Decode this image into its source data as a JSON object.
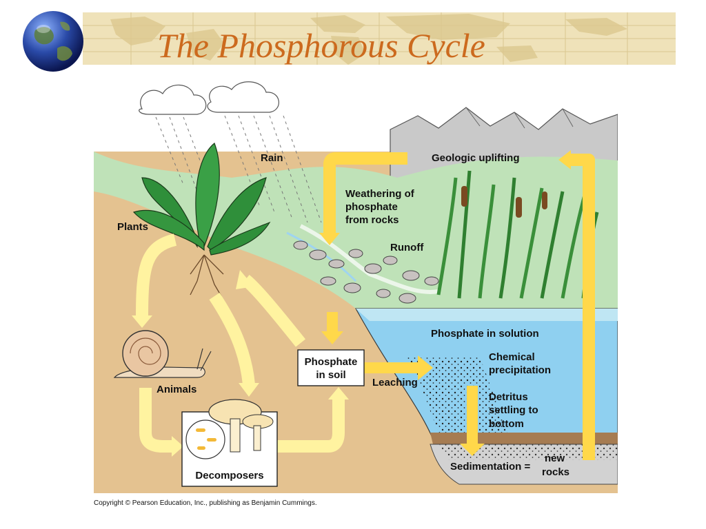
{
  "slide": {
    "title": "The Phosphorous Cycle",
    "copyright": "Copyright © Pearson Education, Inc., publishing as Benjamin Cummings."
  },
  "diagram": {
    "labels": {
      "rain": "Rain",
      "plants": "Plants",
      "geologic_uplifting": "Geologic uplifting",
      "weathering_1": "Weathering of",
      "weathering_2": "phosphate",
      "weathering_3": "from rocks",
      "runoff": "Runoff",
      "phosphate_solution": "Phosphate in solution",
      "chemical_1": "Chemical",
      "chemical_2": "precipitation",
      "detritus_1": "Detritus",
      "detritus_2": "settling to",
      "detritus_3": "bottom",
      "phosphate_soil_1": "Phosphate",
      "phosphate_soil_2": "in soil",
      "leaching": "Leaching",
      "animals": "Animals",
      "decomposers": "Decomposers",
      "sedimentation": "Sedimentation =",
      "new_rocks_1": "new",
      "new_rocks_2": "rocks"
    }
  },
  "colors": {
    "title_text": "#cc6a1e",
    "title_band": "#efe2b9",
    "arrow": "#ffd84a",
    "arrow_pale": "#fff3a0",
    "soil": "#e4c290",
    "water": "#8fd0f0",
    "hills": "#bfe2b8",
    "mountains": "#c9c9c9",
    "plant_green": "#2f8f3a"
  }
}
